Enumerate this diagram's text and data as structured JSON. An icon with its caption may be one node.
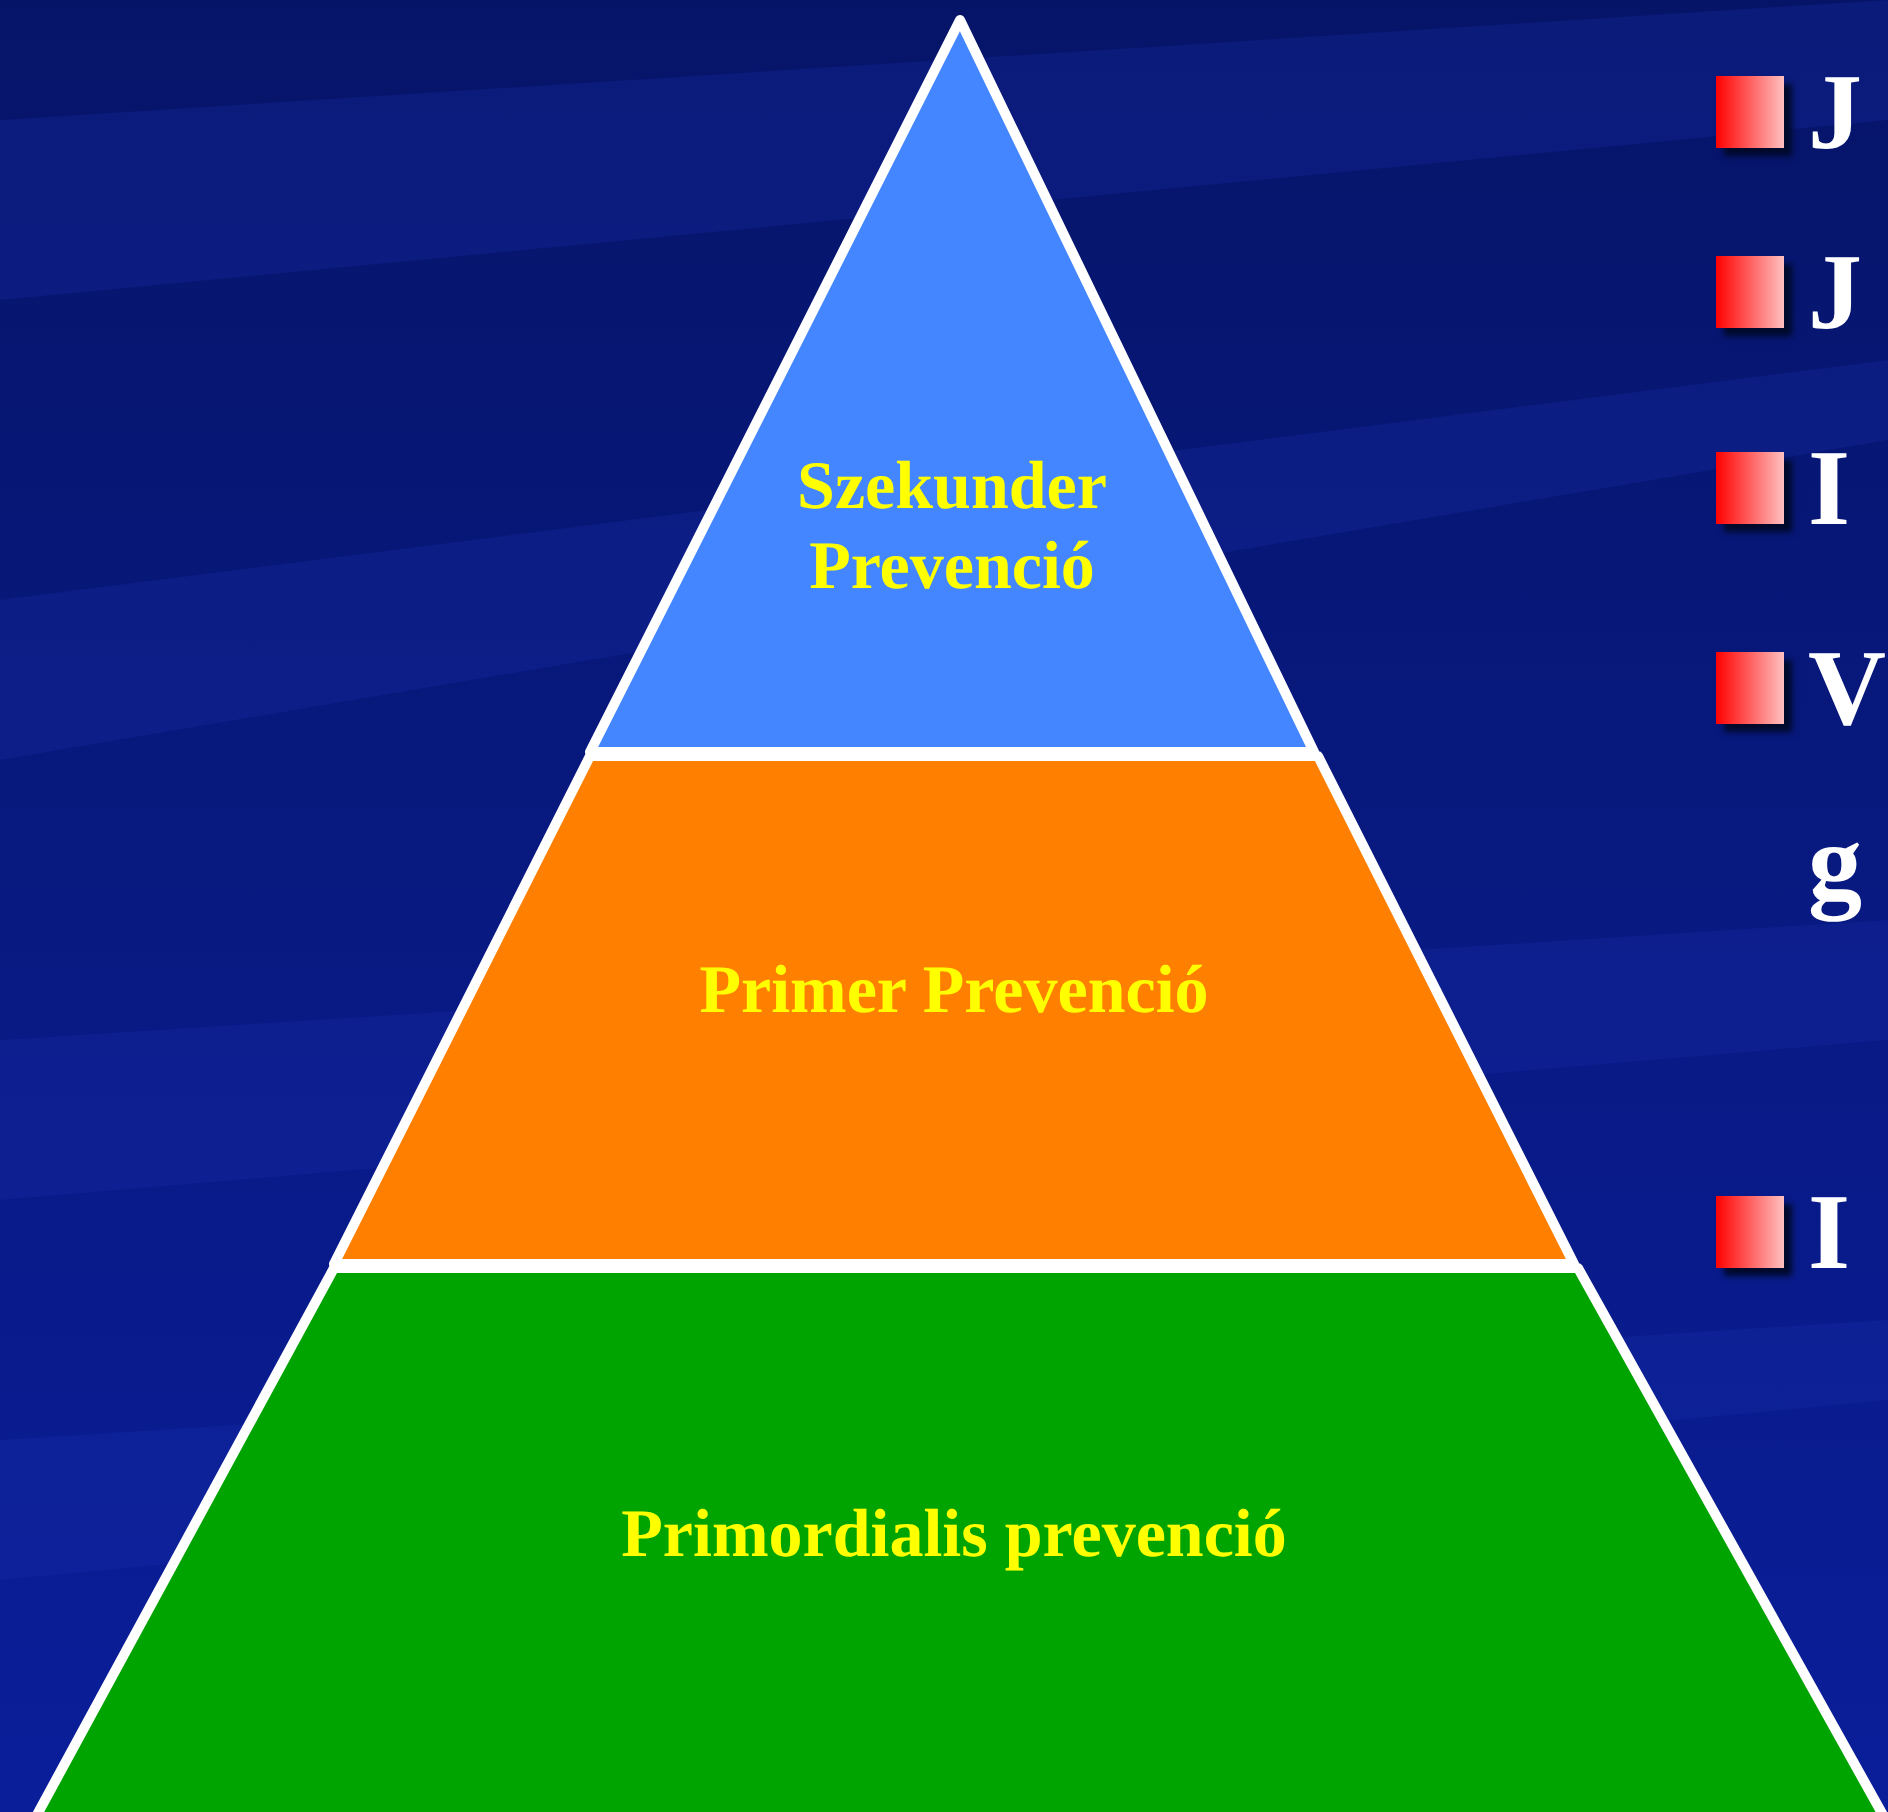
{
  "diagram": {
    "nodes": [
      {
        "text": [
          "Szekunder Prevenció"
        ]
      },
      {
        "text": [
          "Primer Prevenció"
        ]
      },
      {
        "text": [
          "Primordialis prevenció"
        ]
      }
    ],
    "labels": [
      "J",
      "J",
      "I",
      "V",
      "g",
      "I"
    ]
  }
}
